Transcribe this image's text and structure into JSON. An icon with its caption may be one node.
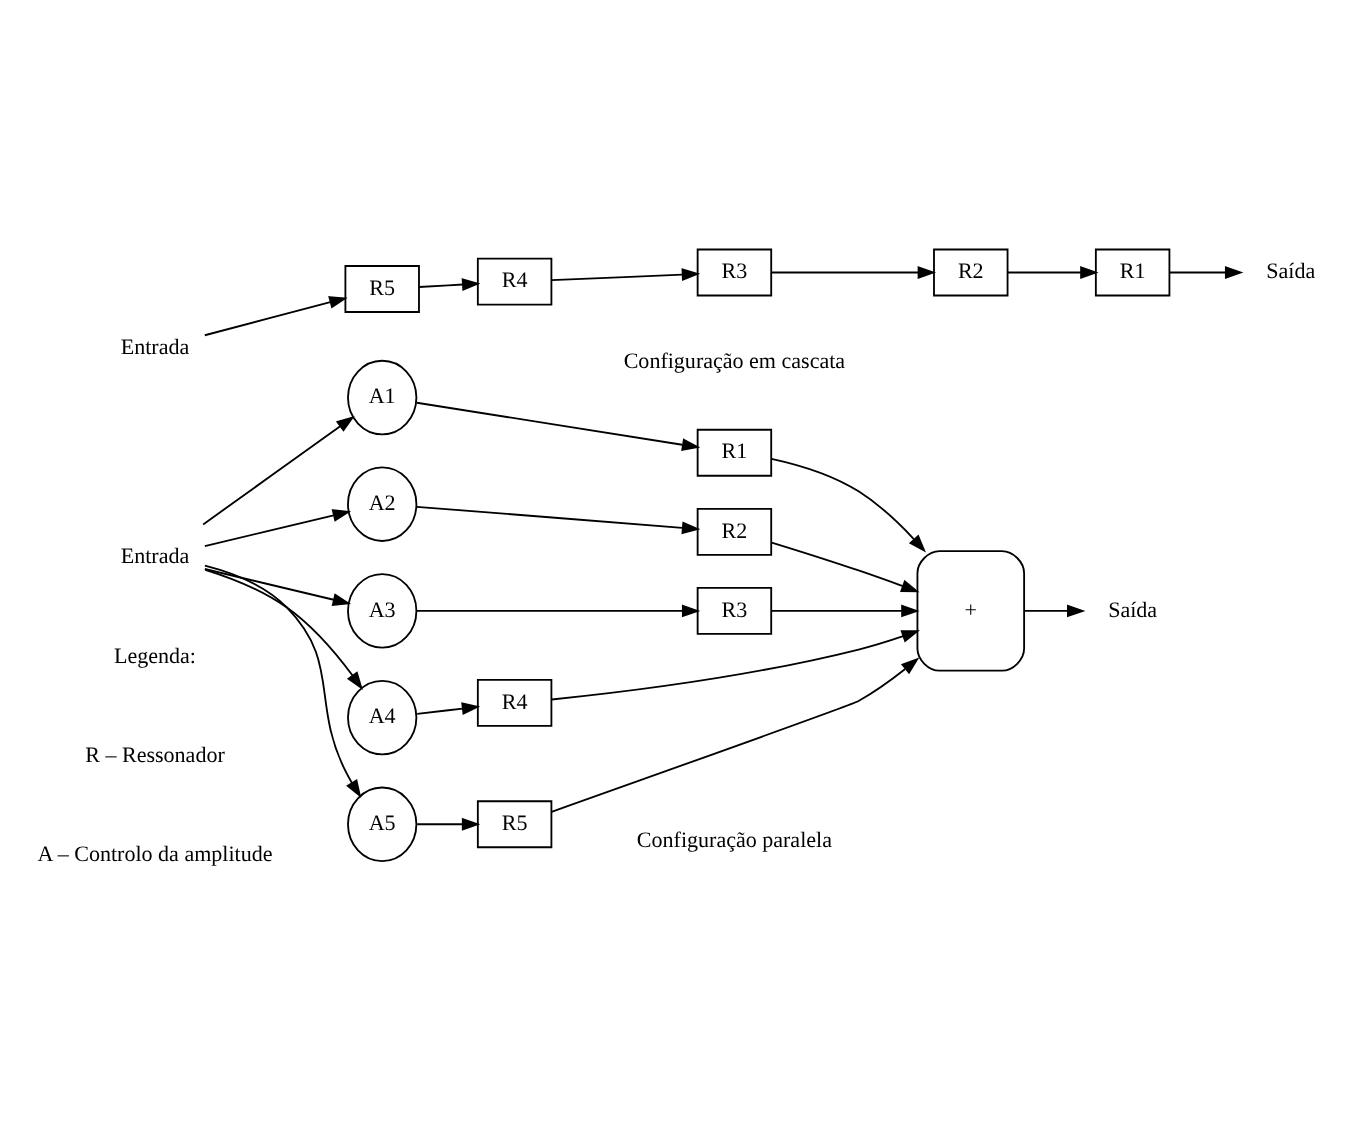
{
  "diagram": {
    "nodes": [
      {
        "text": [
          "Entrada"
        ]
      },
      {
        "text": [
          "R5"
        ]
      },
      {
        "text": [
          "R4"
        ]
      },
      {
        "text": [
          "R3"
        ]
      },
      {
        "text": [
          "R2"
        ]
      },
      {
        "text": [
          "R1"
        ]
      },
      {
        "text": [
          "Saída"
        ]
      },
      {
        "text": [
          "Entrada"
        ]
      },
      {
        "text": [
          "A1"
        ]
      },
      {
        "text": [
          "A2"
        ]
      },
      {
        "text": [
          "A3"
        ]
      },
      {
        "text": [
          "A4"
        ]
      },
      {
        "text": [
          "A5"
        ]
      },
      {
        "text": [
          "R1"
        ]
      },
      {
        "text": [
          "R2"
        ]
      },
      {
        "text": [
          "R3"
        ]
      },
      {
        "text": [
          "R4"
        ]
      },
      {
        "text": [
          "R5"
        ]
      },
      {
        "text": [
          "+"
        ]
      },
      {
        "text": [
          "Saída"
        ]
      }
    ],
    "edges": [
      {
        "from": 0,
        "to": 1,
        "arrow": "to"
      },
      {
        "from": 1,
        "to": 2,
        "arrow": "to"
      },
      {
        "from": 2,
        "to": 3,
        "arrow": "to"
      },
      {
        "from": 3,
        "to": 4,
        "arrow": "to"
      },
      {
        "from": 4,
        "to": 5,
        "arrow": "to"
      },
      {
        "from": 5,
        "to": 6,
        "arrow": "to"
      },
      {
        "from": 7,
        "to": 8,
        "arrow": "to"
      },
      {
        "from": 7,
        "to": 9,
        "arrow": "to"
      },
      {
        "from": 7,
        "to": 10,
        "arrow": "to"
      },
      {
        "from": 7,
        "to": 11,
        "arrow": "to"
      },
      {
        "from": 7,
        "to": 12,
        "arrow": "to"
      },
      {
        "from": 8,
        "to": 13,
        "arrow": "to"
      },
      {
        "from": 9,
        "to": 14,
        "arrow": "to"
      },
      {
        "from": 10,
        "to": 15,
        "arrow": "to"
      },
      {
        "from": 11,
        "to": 16,
        "arrow": "to"
      },
      {
        "from": 12,
        "to": 17,
        "arrow": "to"
      },
      {
        "from": 13,
        "to": 18,
        "arrow": "to"
      },
      {
        "from": 14,
        "to": 18,
        "arrow": "to"
      },
      {
        "from": 15,
        "to": 18,
        "arrow": "to"
      },
      {
        "from": 16,
        "to": 18,
        "arrow": "to"
      },
      {
        "from": 17,
        "to": 18,
        "arrow": "to"
      },
      {
        "from": 18,
        "to": 19,
        "arrow": "to"
      }
    ],
    "labels": [
      "Configuração em cascata",
      "Legenda:",
      "R – Ressonador",
      "A – Controlo da amplitude",
      "Configuração paralela"
    ]
  }
}
